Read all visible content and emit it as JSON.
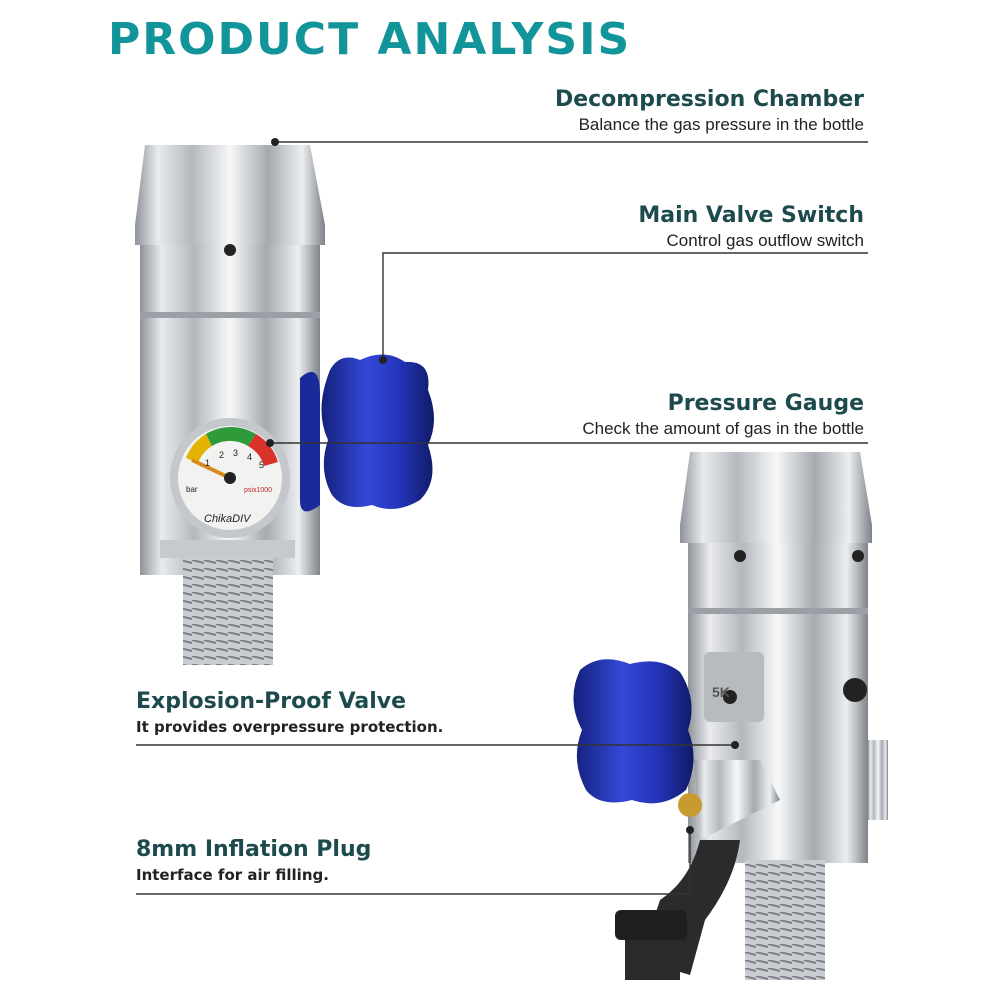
{
  "title": "PRODUCT ANALYSIS",
  "callouts": [
    {
      "heading": "Decompression Chamber",
      "sub": "Balance the gas pressure in the bottle"
    },
    {
      "heading": "Main Valve Switch",
      "sub": "Control gas outflow switch"
    },
    {
      "heading": "Pressure Gauge",
      "sub": "Check the amount of gas in the bottle"
    },
    {
      "heading": "Explosion-Proof Valve",
      "sub": "It provides overpressure protection."
    },
    {
      "heading": "8mm Inflation Plug",
      "sub": "Interface for air filling."
    }
  ],
  "gauge": {
    "brand": "ChikaDIV",
    "unit_left": "bar",
    "unit_right": "psix1000",
    "ticks": [
      "1",
      "2",
      "3",
      "4",
      "5"
    ]
  },
  "valve_marking": "5K",
  "colors": {
    "title": "#11959a",
    "heading": "#1d4a4c",
    "knob": "#2434b8",
    "chrome": "#d8dadd",
    "leader": "#333333"
  }
}
